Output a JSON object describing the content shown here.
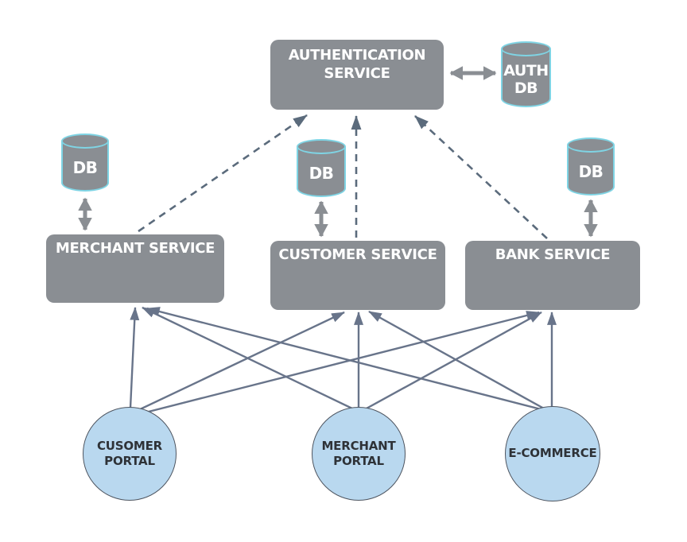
{
  "diagram": {
    "title": "",
    "colors": {
      "background": "#ffffff",
      "node_fill": "#8a8e93",
      "node_text": "#ffffff",
      "db_border": "#7fd4e4",
      "arrow": "#68748a",
      "dashed_arrow": "#5b6b7c",
      "double_arrow": "#8a8e93",
      "portal_fill": "#b9d8ef",
      "portal_border": "#4e5560",
      "portal_text": "#2e3237"
    },
    "nodes": {
      "auth_service": {
        "label": "AUTHENTICATION SERVICE",
        "shape": "rounded-box"
      },
      "auth_db": {
        "label": "AUTH DB",
        "shape": "database-cylinder"
      },
      "merchant_db": {
        "label": "DB",
        "shape": "database-cylinder"
      },
      "customer_db": {
        "label": "DB",
        "shape": "database-cylinder"
      },
      "bank_db": {
        "label": "DB",
        "shape": "database-cylinder"
      },
      "merchant_service": {
        "label": "MERCHANT SERVICE",
        "shape": "rounded-box"
      },
      "customer_service": {
        "label": "CUSTOMER SERVICE",
        "shape": "rounded-box"
      },
      "bank_service": {
        "label": "BANK SERVICE",
        "shape": "rounded-box"
      },
      "customer_portal": {
        "label": "CUSOMER PORTAL",
        "shape": "circle"
      },
      "merchant_portal": {
        "label": "MERCHANT PORTAL",
        "shape": "circle"
      },
      "ecommerce": {
        "label": "E-COMMERCE",
        "shape": "circle"
      }
    },
    "edges": [
      {
        "from": "authentication_service",
        "to": "auth_db",
        "style": "double-arrow"
      },
      {
        "from": "merchant_service",
        "to": "merchant_db",
        "style": "double-arrow"
      },
      {
        "from": "customer_service",
        "to": "customer_db",
        "style": "double-arrow"
      },
      {
        "from": "bank_service",
        "to": "bank_db",
        "style": "double-arrow"
      },
      {
        "from": "merchant_service",
        "to": "authentication_service",
        "style": "dashed-arrow"
      },
      {
        "from": "customer_service",
        "to": "authentication_service",
        "style": "dashed-arrow"
      },
      {
        "from": "bank_service",
        "to": "authentication_service",
        "style": "dashed-arrow"
      },
      {
        "from": "customer_portal",
        "to": "merchant_service",
        "style": "solid-arrow"
      },
      {
        "from": "customer_portal",
        "to": "customer_service",
        "style": "solid-arrow"
      },
      {
        "from": "customer_portal",
        "to": "bank_service",
        "style": "solid-arrow"
      },
      {
        "from": "merchant_portal",
        "to": "merchant_service",
        "style": "solid-arrow"
      },
      {
        "from": "merchant_portal",
        "to": "customer_service",
        "style": "solid-arrow"
      },
      {
        "from": "merchant_portal",
        "to": "bank_service",
        "style": "solid-arrow"
      },
      {
        "from": "ecommerce",
        "to": "merchant_service",
        "style": "solid-arrow"
      },
      {
        "from": "ecommerce",
        "to": "customer_service",
        "style": "solid-arrow"
      },
      {
        "from": "ecommerce",
        "to": "bank_service",
        "style": "solid-arrow"
      }
    ]
  }
}
